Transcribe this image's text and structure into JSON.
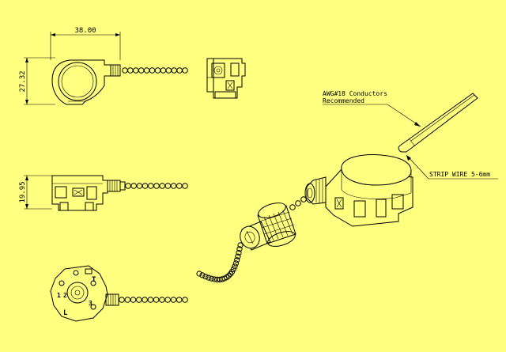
{
  "drawing": {
    "background_color": "#FFFF80",
    "line_color": "#000000",
    "dimensions": {
      "width": "38.00",
      "height_top": "27.32",
      "height_side": "19.95"
    },
    "callouts": {
      "conductor_line1": "AWG#18 Conductors",
      "conductor_line2": "Recommended",
      "strip_wire": "STRIP WIRE 5-6mm"
    },
    "terminal_marks": {
      "mark_a": "1",
      "mark_b": "2",
      "mark_c": "3",
      "mark_l": "L",
      "mark_t": "T"
    }
  }
}
